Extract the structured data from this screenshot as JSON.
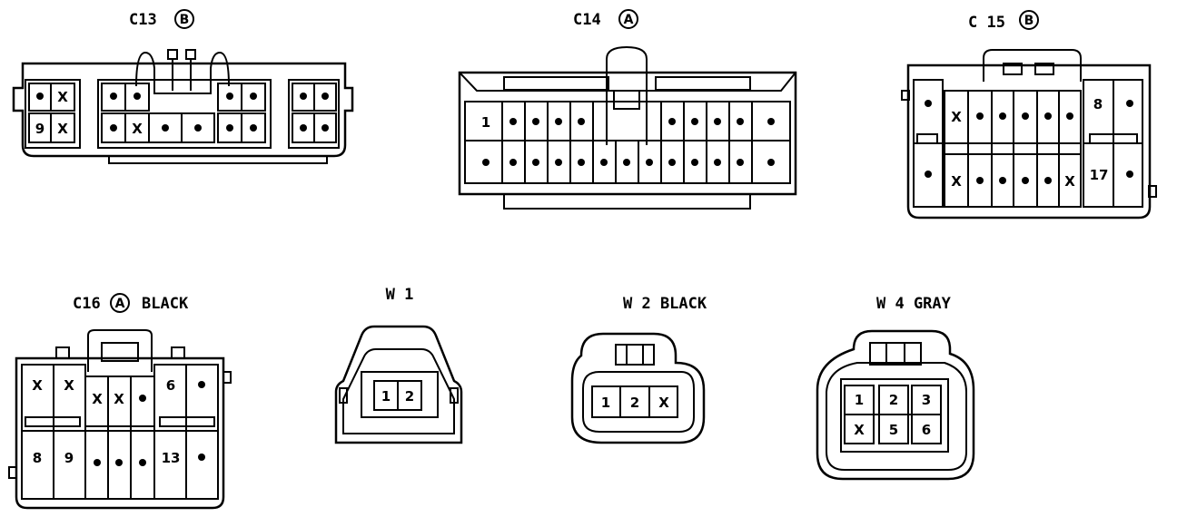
{
  "connectors": {
    "c13": {
      "code": "C13",
      "circle": "B"
    },
    "c14": {
      "code": "C14",
      "circle": "A"
    },
    "c15": {
      "code": "C 15",
      "circle": "B"
    },
    "c16": {
      "code": "C16",
      "circle": "A",
      "color": "BLACK"
    },
    "w1": {
      "title": "W 1"
    },
    "w2": {
      "title": "W 2 BLACK"
    },
    "w4": {
      "title": "W 4 GRAY"
    }
  },
  "pin_marks": {
    "dot": "•",
    "x": "X"
  },
  "pins": {
    "c13": {
      "p9": "9"
    },
    "c14": {
      "p1": "1"
    },
    "c15": {
      "p8": "8",
      "p17": "17"
    },
    "c16": {
      "p6": "6",
      "p8": "8",
      "p9": "9",
      "p13": "13"
    },
    "w1": {
      "p1": "1",
      "p2": "2"
    },
    "w2": {
      "p1": "1",
      "p2": "2",
      "p3": "X"
    },
    "w4": {
      "p1": "1",
      "p2": "2",
      "p3": "3",
      "p4": "X",
      "p5": "5",
      "p6": "6"
    }
  }
}
